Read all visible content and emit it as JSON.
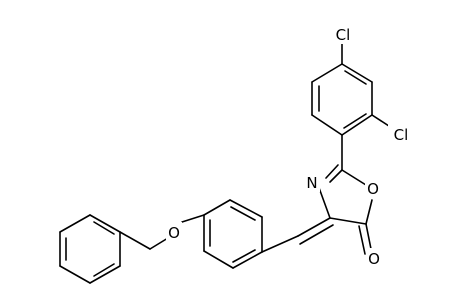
{
  "atoms": {
    "cl_top": "Cl",
    "cl_right": "Cl",
    "nitrogen": "N",
    "ring_oxygen": "O",
    "carbonyl_oxygen": "O",
    "ether_oxygen": "O"
  },
  "colors": {
    "bond": "#000000",
    "label": "#000000",
    "background": "#ffffff"
  }
}
